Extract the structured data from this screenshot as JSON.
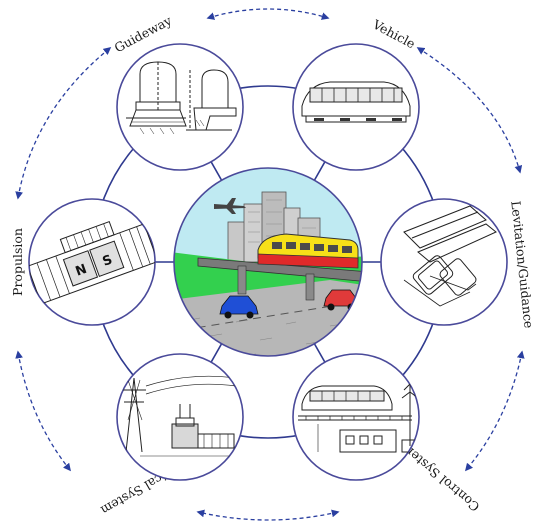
{
  "diagram": {
    "center": {
      "name": "maglev-system-scene"
    },
    "components": [
      {
        "id": "guideway",
        "label": "Guideway"
      },
      {
        "id": "vehicle",
        "label": "Vehicle"
      },
      {
        "id": "levitation-guidance",
        "label": "Levitation/Guidance"
      },
      {
        "id": "control-system",
        "label": "Control System"
      },
      {
        "id": "electrical-system",
        "label": "Electrical System"
      },
      {
        "id": "propulsion",
        "label": "Propulsion"
      }
    ],
    "magnet_poles": [
      "N",
      "S"
    ],
    "colors": {
      "node_stroke": "#4a4a9a",
      "hub_ring": "#2f3a8f",
      "dashed_arrows": "#2a3fa0",
      "sky": "#bfeaf2",
      "grass": "#33d04e",
      "train_yellow": "#f7e018",
      "train_red": "#e02a2a",
      "car_blue": "#1f4fd6",
      "car_red": "#e03a3a"
    }
  }
}
